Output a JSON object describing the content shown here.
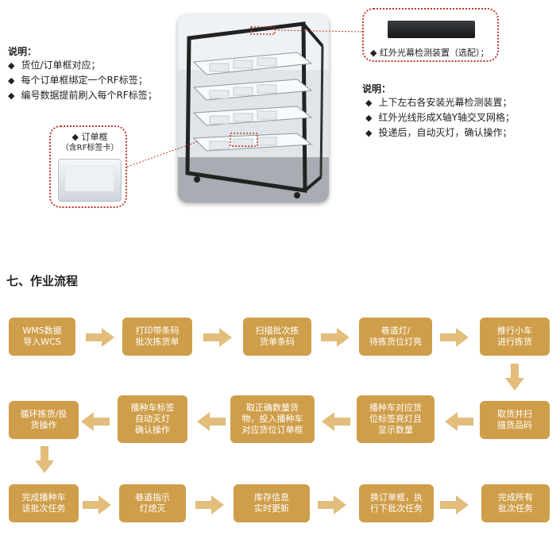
{
  "notes_left": {
    "title": "说明：",
    "items": [
      "货位/订单框对应；",
      "每个订单框绑定一个RF标签；",
      "编号数据提前刷入每个RF标签；"
    ]
  },
  "callout_order_box": {
    "line1": "◆ 订单框",
    "line2": "（含RF标签卡）"
  },
  "callout_sensor": {
    "label": "◆ 红外光幕检测装置（选配）；"
  },
  "notes_right": {
    "title": "说明：",
    "items": [
      "上下左右各安装光幕检测装置；",
      "红外光线形成X轴Y轴交叉网格；",
      "投递后，自动灭灯，确认操作；"
    ]
  },
  "section": {
    "title": "七、作业流程"
  },
  "steps": {
    "s1": "WMS数据\n导入WCS",
    "s2": "打印带条码\n批次拣货单",
    "s3": "扫描批次拣\n货单条码",
    "s4": "巷道灯/\n待拣货位灯亮",
    "s5": "推行小车\n进行拣货",
    "s6": "取货并扫\n描货品码",
    "s7": "播种车对应货\n位标签亮灯且\n显示数量",
    "s8": "取正确数量货\n物，投入播种车\n对应货位订单框",
    "s9": "播种车标签\n自动灭灯\n确认操作",
    "s10": "循环拣货/投\n货操作",
    "s11": "完成播种车\n该批次任务",
    "s12": "巷道指示\n灯熄灭",
    "s13": "库存信息\n实时更新",
    "s14": "换订单框，执\n行下批次任务",
    "s15": "完成所有\n批次任务"
  },
  "colors": {
    "step_fill": "#cf9e4a",
    "arrow": "#e2bd7b",
    "callout": "#c0392b"
  }
}
